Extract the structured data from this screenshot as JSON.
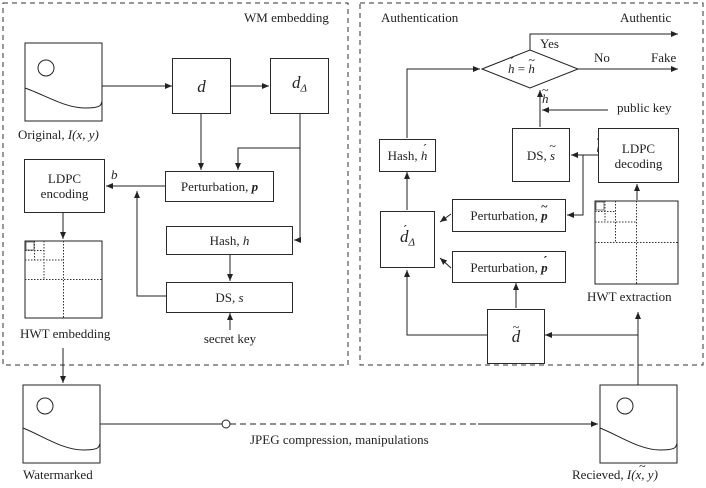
{
  "panels": {
    "embedding_title": "WM embedding",
    "authentication_title": "Authentication",
    "authentic_label": "Authentic"
  },
  "embedding": {
    "original_caption": "Original,",
    "original_func": "I(x, y)",
    "d": "d",
    "d_delta": "d",
    "d_delta_sub": "Δ",
    "perturbation": "Perturbation,",
    "perturbation_var": "p",
    "ldpc_encoding_line1": "LDPC",
    "ldpc_encoding_line2": "encoding",
    "b_label": "b",
    "hash": "Hash,",
    "hash_var": "h",
    "ds": "DS,",
    "ds_var": "s",
    "secret_key": "secret key",
    "hwt_embedding": "HWT embedding"
  },
  "authentication": {
    "yes": "Yes",
    "no": "No",
    "fake": "Fake",
    "decision_h1": "h",
    "decision_eq": "=",
    "decision_h2": "h",
    "h_tilde_label": "h",
    "public_key": "public key",
    "hash": "Hash,",
    "hash_var": "h",
    "ds": "DS,",
    "ds_var": "s",
    "b_tilde": "b",
    "ldpc_decoding_line1": "LDPC",
    "ldpc_decoding_line2": "decoding",
    "perturbation_tilde": "Perturbation,",
    "perturbation_tilde_var": "p",
    "d_delta_acute": "d",
    "d_delta_sub": "Δ",
    "perturbation_acute": "Perturbation,",
    "perturbation_acute_var": "p",
    "hwt_extraction": "HWT extraction",
    "d_tilde": "d"
  },
  "bottom": {
    "watermarked": "Watermarked",
    "channel": "JPEG compression, manipulations",
    "received_caption": "Recieved,",
    "received_func": "I(x, y)"
  }
}
